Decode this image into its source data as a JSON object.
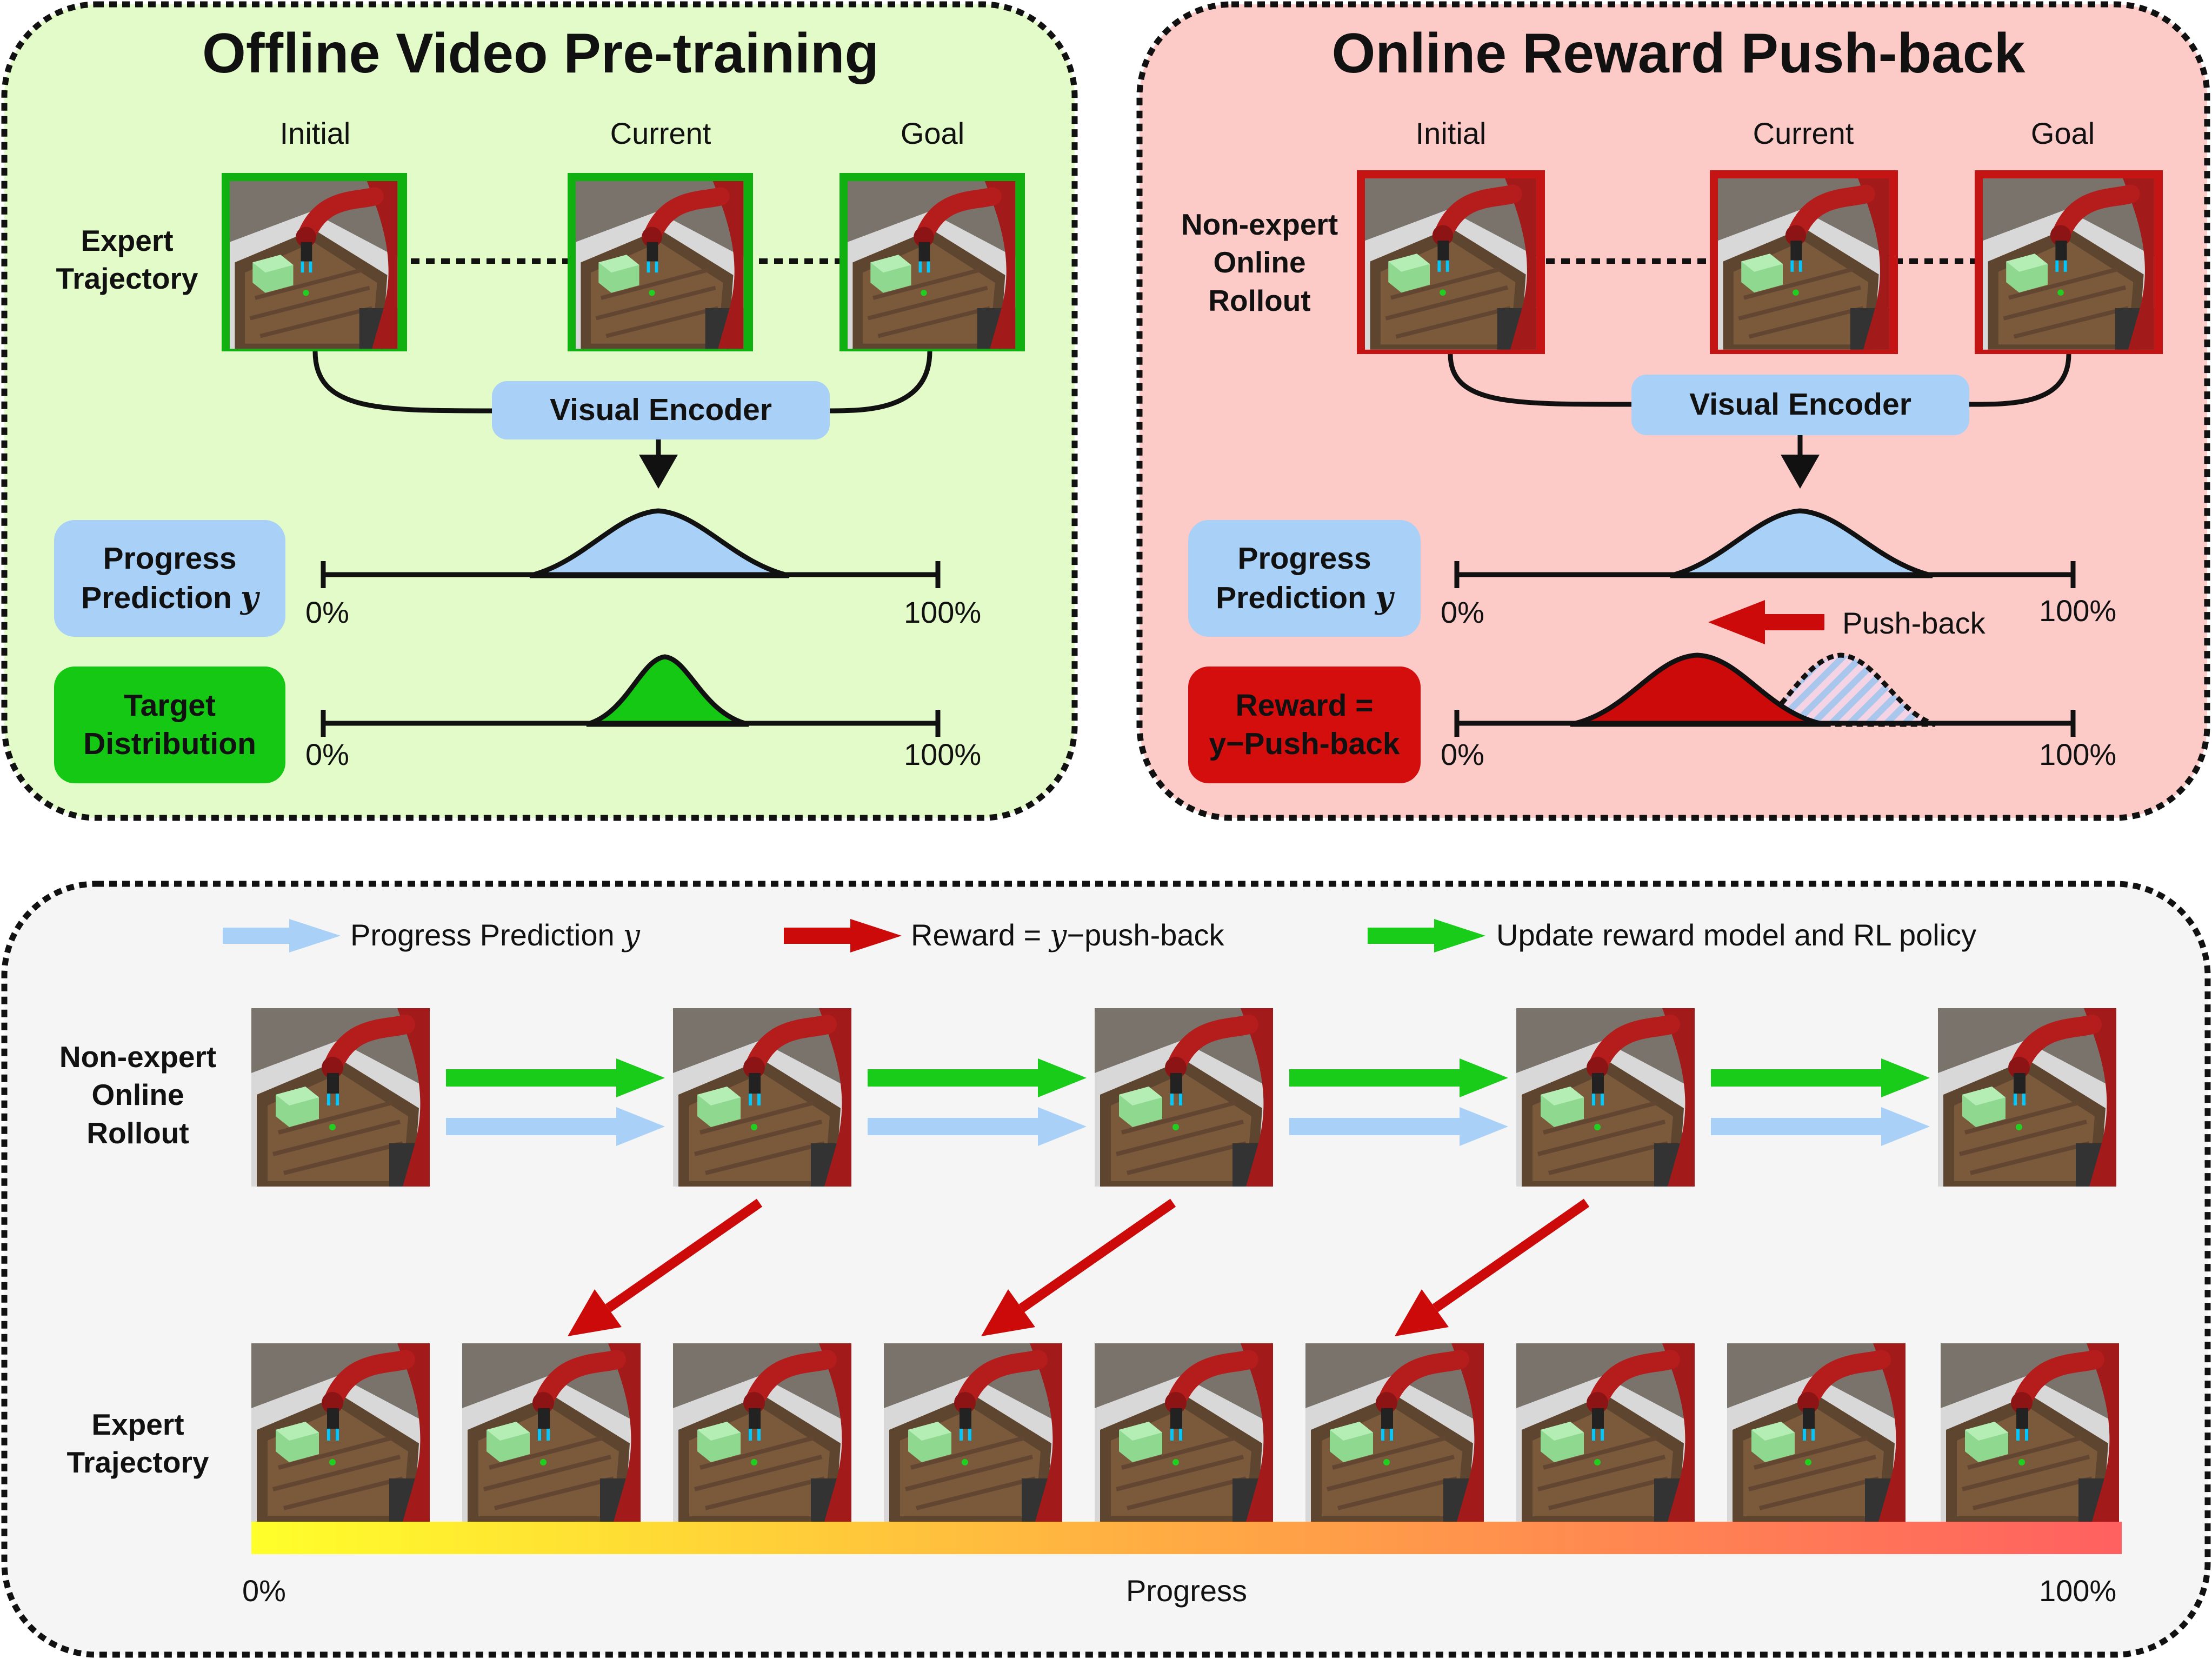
{
  "offline": {
    "title": "Offline Video Pre-training",
    "frames": [
      "Initial",
      "Current",
      "Goal"
    ],
    "row_label": "Expert Trajectory",
    "encoder": "Visual Encoder",
    "progress_label": "Progress Prediction",
    "progress_symbol": "y",
    "target_label": "Target Distribution",
    "axis_min": "0%",
    "axis_max": "100%",
    "colors": {
      "panel_bg": "#e3fbc9",
      "frame_border": "#11b011",
      "pill_blue": "#a9d0f7",
      "pill_green": "#14c814"
    }
  },
  "online": {
    "title": "Online Reward Push-back",
    "frames": [
      "Initial",
      "Current",
      "Goal"
    ],
    "row_label": "Non-expert Online Rollout",
    "encoder": "Visual Encoder",
    "progress_label": "Progress Prediction",
    "progress_symbol": "y",
    "pushback_label": "Push-back",
    "reward_label_line1": "Reward =",
    "reward_label_line2": "y−Push-back",
    "axis_min": "0%",
    "axis_max": "100%",
    "colors": {
      "panel_bg": "#fccbc8",
      "frame_border": "#c41414",
      "pill_red": "#d40d0d"
    }
  },
  "bottom": {
    "legend": [
      {
        "text_before": "Progress Prediction ",
        "symbol": "y",
        "text_after": "",
        "color": "#a9d0f7"
      },
      {
        "text_before": "Reward = ",
        "symbol": "y",
        "text_after": "−push-back",
        "color": "#cc0a0a"
      },
      {
        "text_before": "Update reward model and RL policy",
        "symbol": "",
        "text_after": "",
        "color": "#19cc19"
      }
    ],
    "rollout_label": "Non-expert Online Rollout",
    "expert_label": "Expert Trajectory",
    "progress_axis": "Progress",
    "axis_min": "0%",
    "axis_max": "100%",
    "rollout_frames": [
      0.0,
      0.25,
      0.5,
      0.75,
      1.0
    ],
    "expert_frames": [
      0.0,
      0.125,
      0.25,
      0.375,
      0.5,
      0.625,
      0.75,
      0.875,
      1.0
    ],
    "colors": {
      "panel_bg": "#f5f5f5",
      "grad_start": "#ffff2a",
      "grad_mid": "#ffaa44",
      "grad_end": "#ff6060"
    }
  }
}
